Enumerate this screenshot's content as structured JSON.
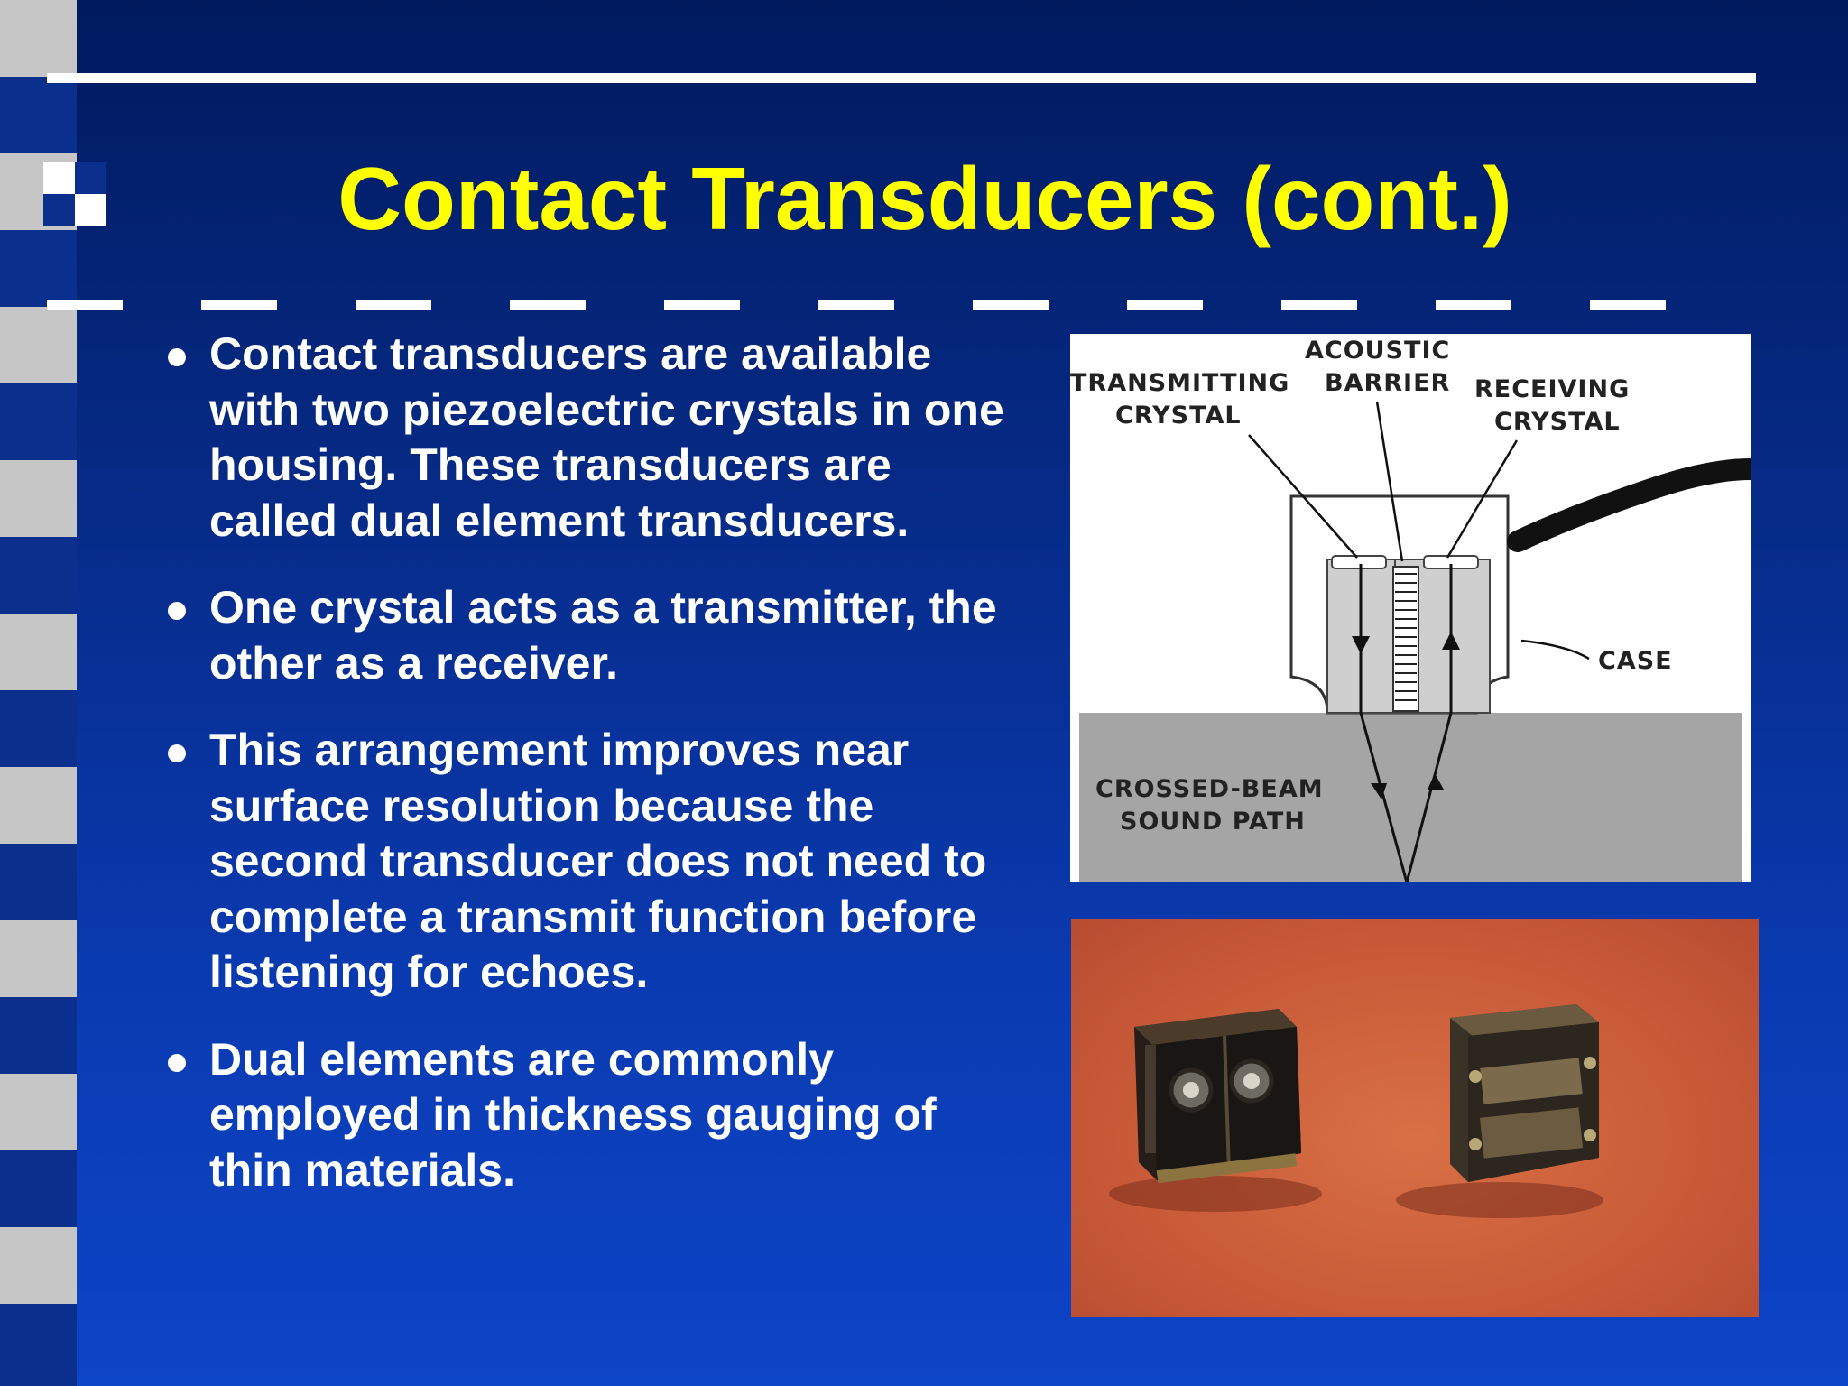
{
  "slide": {
    "title": "Contact Transducers (cont.)",
    "bullets": [
      "Contact transducers are available with two piezoelectric crystals in one housing.  These transducers are called dual element transducers.",
      "One crystal acts as a transmitter, the other as a receiver.",
      "This arrangement improves near surface resolution because the second transducer does not need to complete a transmit function before listening for echoes.",
      "Dual elements are commonly employed in thickness gauging of thin materials."
    ]
  },
  "diagram": {
    "labels": {
      "transmitting_1": "TRANSMITTING",
      "transmitting_2": "CRYSTAL",
      "acoustic_1": "ACOUSTIC",
      "acoustic_2": "BARRIER",
      "receiving_1": "RECEIVING",
      "receiving_2": "CRYSTAL",
      "case": "CASE",
      "crossed_1": "CROSSED-BEAM",
      "crossed_2": "SOUND PATH"
    }
  },
  "colors": {
    "title": "#ffff00",
    "background_top": "#001a5e",
    "background_bottom": "#0d45c8",
    "photo_background": "#c85a38"
  }
}
